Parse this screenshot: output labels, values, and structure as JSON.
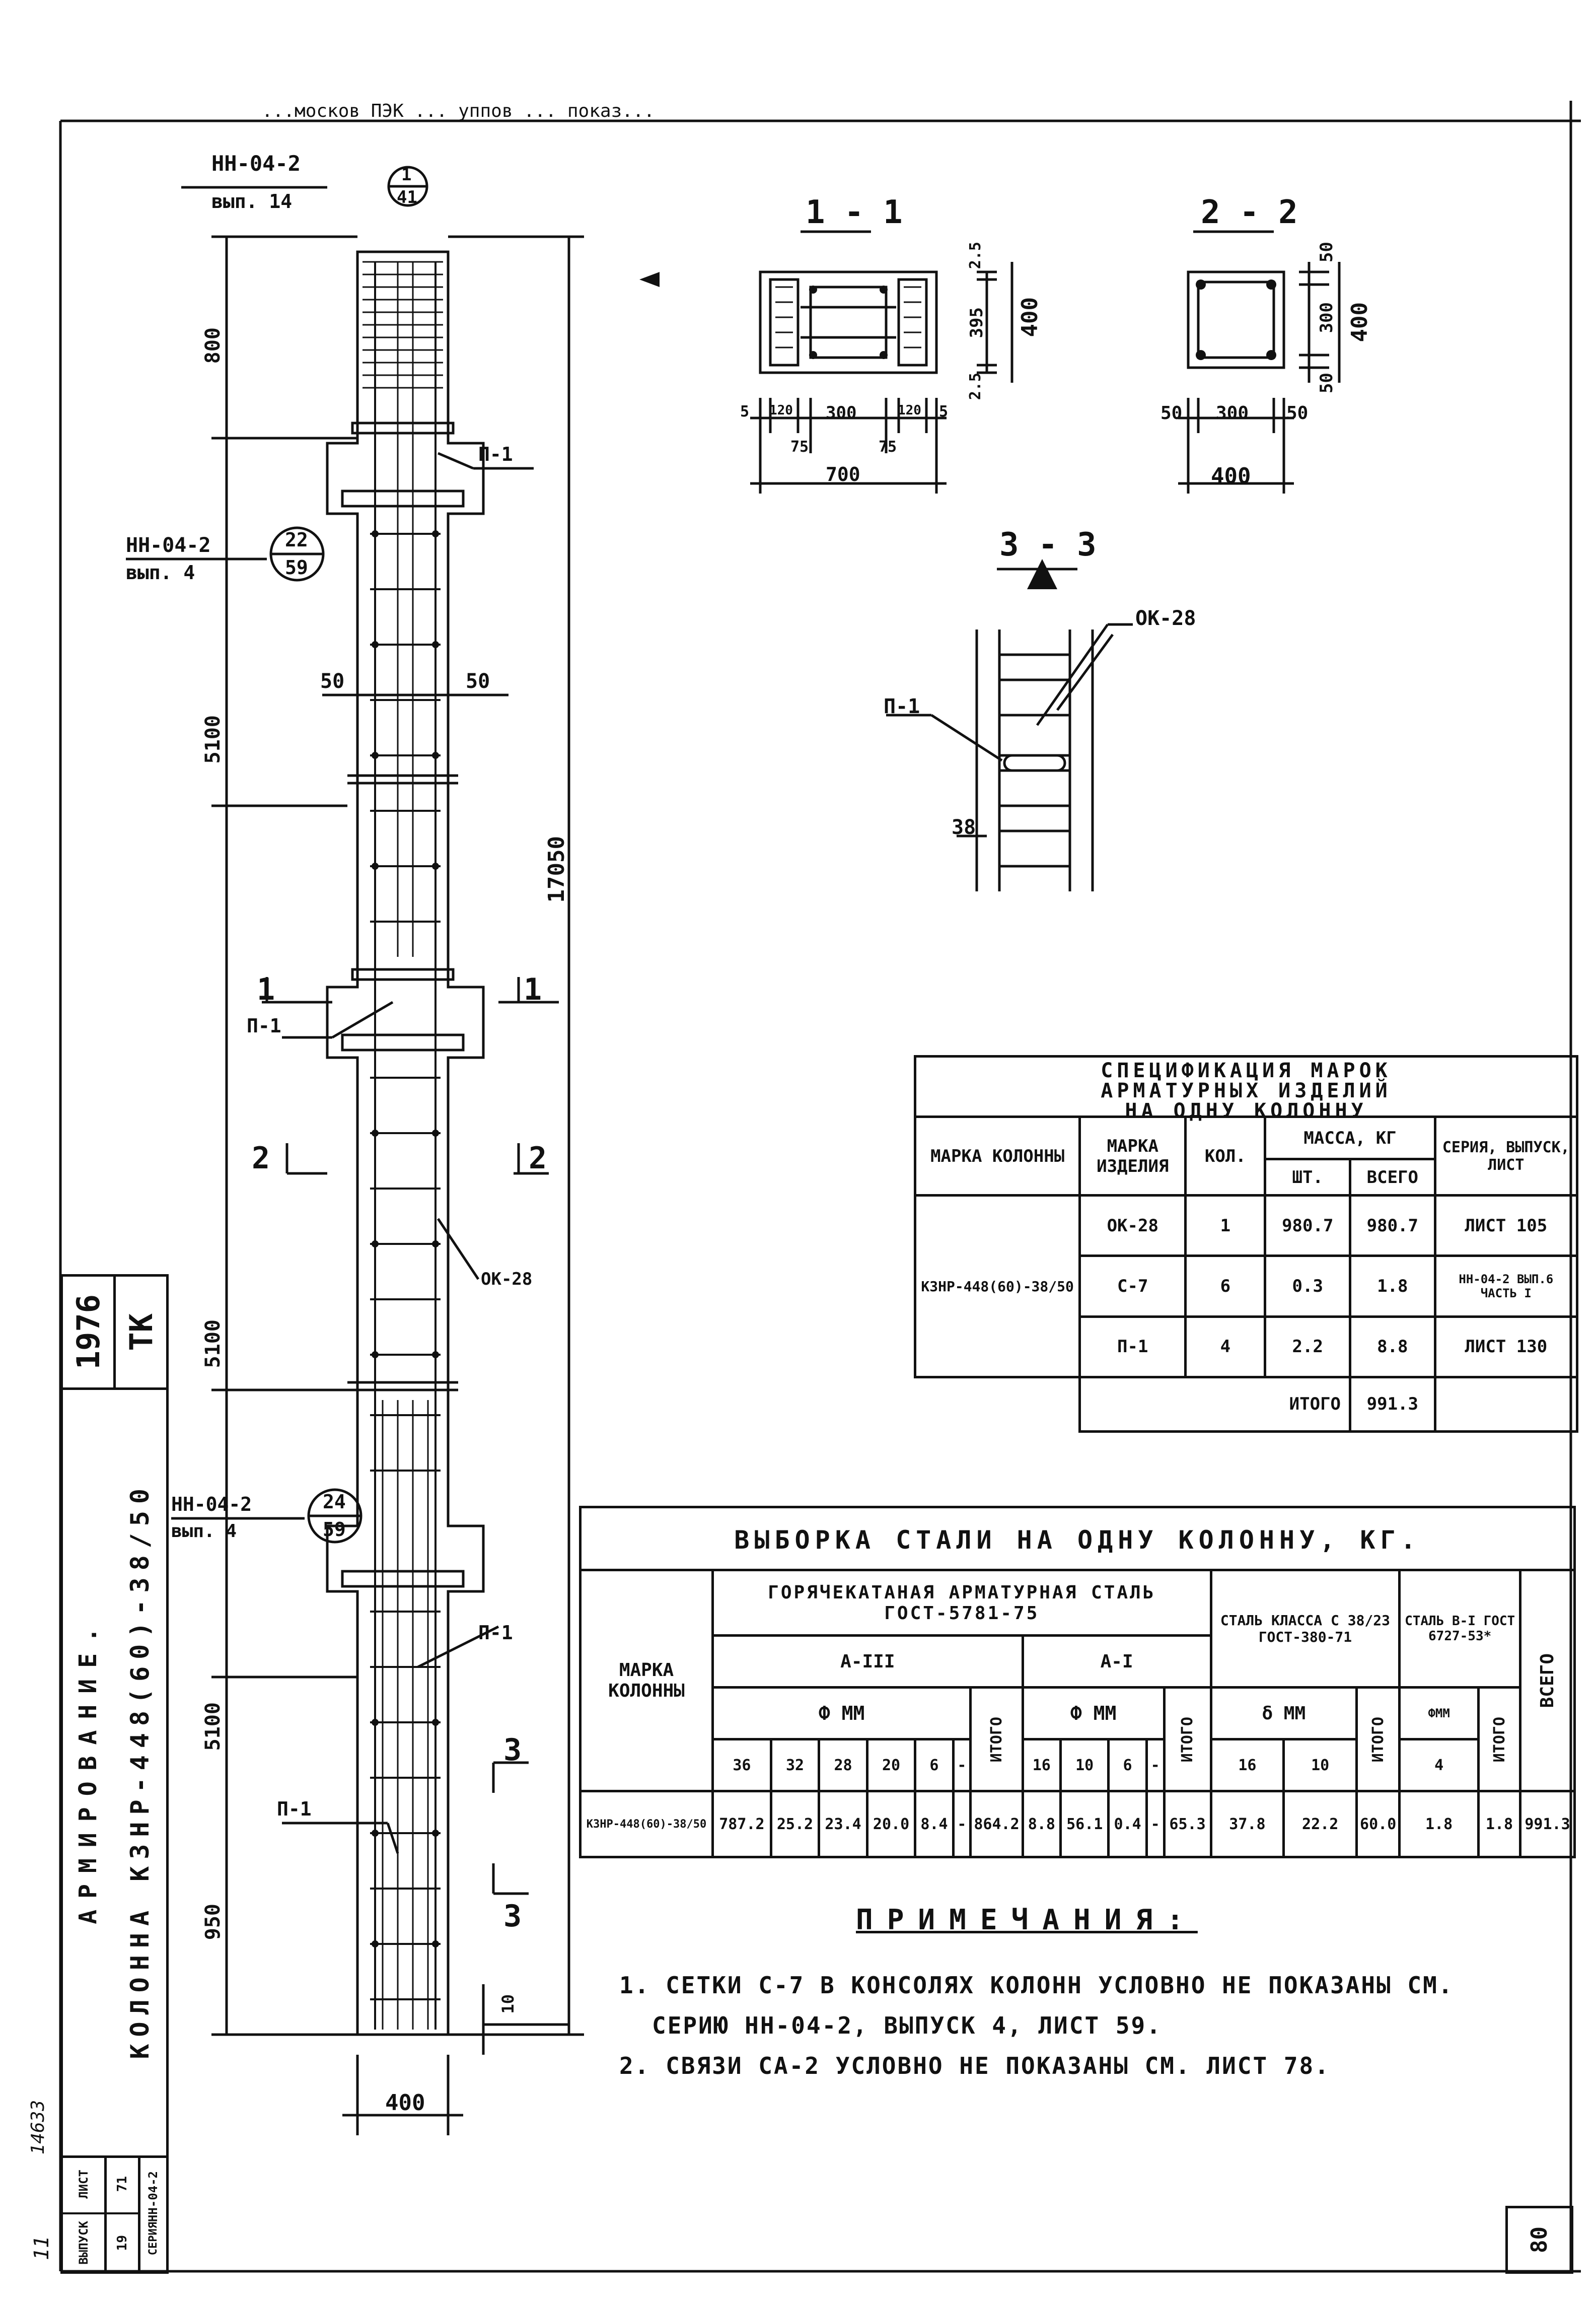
{
  "header": {
    "top_note": "...москов ПЭК ... уппов ... показ..."
  },
  "elevation": {
    "ref1": {
      "series": "НН-04-2",
      "issue": "вып. 14",
      "node_top": "1",
      "node_bottom": "41"
    },
    "ref2": {
      "series": "НН-04-2",
      "issue": "вып. 4",
      "node_top": "22",
      "node_bottom": "59"
    },
    "ref3": {
      "series": "НН-04-2",
      "issue": "вып. 4",
      "node_top": "24",
      "node_bottom": "59"
    },
    "dims": {
      "top": "800",
      "seg1": "5100",
      "seg2": "5100",
      "seg3": "5100",
      "bottom": "950",
      "total": "17050",
      "width": "400",
      "cover_left": "50",
      "cover_right": "50",
      "base": "10"
    },
    "labels": {
      "p1_a": "П-1",
      "p1_b": "П-1",
      "p1_c": "П-1",
      "p1_d": "П-1",
      "ok28": "ОК-28",
      "cut1_left": "1",
      "cut1_right": "1",
      "cut2_left": "2",
      "cut2_right": "2",
      "cut3_top": "3",
      "cut3_bottom": "3"
    }
  },
  "section11": {
    "title": "1 - 1",
    "w_total": "700",
    "w_parts": [
      "5",
      "120",
      "300",
      "120",
      "5"
    ],
    "w_sub": [
      "75",
      "75"
    ],
    "h_parts": [
      "2.5",
      "395",
      "2.5"
    ],
    "h_total": "400"
  },
  "section22": {
    "title": "2 - 2",
    "w_parts": [
      "50",
      "300",
      "50"
    ],
    "w_total": "400",
    "h_parts": [
      "50",
      "300",
      "50"
    ],
    "h_total": "400"
  },
  "section33": {
    "title": "3 - 3",
    "ok": "ОК-28",
    "p": "П-1",
    "dim": "38"
  },
  "spec_table": {
    "title": [
      "СПЕЦИФИКАЦИЯ МАРОК",
      "АРМАТУРНЫХ ИЗДЕЛИЙ",
      "НА ОДНУ КОЛОННУ"
    ],
    "headers": {
      "col_mark": "МАРКА КОЛОННЫ",
      "item_mark": "МАРКА ИЗДЕЛИЯ",
      "qty": "КОЛ.",
      "mass": "МАССА, КГ",
      "mass_unit": "ШТ.",
      "mass_total": "ВСЕГО",
      "series": "СЕРИЯ, ВЫПУСК, ЛИСТ"
    },
    "column_mark": "К3НР-448(60)-38/50",
    "rows": [
      {
        "item": "ОК-28",
        "qty": "1",
        "unit": "980.7",
        "total": "980.7",
        "ref": "ЛИСТ 105"
      },
      {
        "item": "С-7",
        "qty": "6",
        "unit": "0.3",
        "total": "1.8",
        "ref": "НН-04-2 ВЫП.6 ЧАСТЬ I"
      },
      {
        "item": "П-1",
        "qty": "4",
        "unit": "2.2",
        "total": "8.8",
        "ref": "ЛИСТ 130"
      }
    ],
    "total_label": "ИТОГО",
    "total_value": "991.3"
  },
  "steel_table": {
    "title": "ВЫБОРКА СТАЛИ НА ОДНУ КОЛОННУ, КГ.",
    "h_mark": "МАРКА КОЛОННЫ",
    "h_hot": "ГОРЯЧЕКАТАНАЯ АРМАТУРНАЯ СТАЛЬ ГОСТ-5781-75",
    "h_c38": "СТАЛЬ КЛАССА С 38/23 ГОСТ-380-71",
    "h_vr": "СТАЛЬ В-I ГОСТ 6727-53*",
    "h_total": "ВСЕГО",
    "h_a3": "А-III",
    "h_a1": "А-I",
    "h_phi": "Ф ММ",
    "h_delta": "δ ММ",
    "h_phi_mm": "ФММ",
    "h_itogo": "ИТОГО",
    "a3_cols": [
      "36",
      "32",
      "28",
      "20",
      "6",
      "-"
    ],
    "a1_cols": [
      "16",
      "10",
      "6",
      "-"
    ],
    "c38_cols": [
      "16",
      "10"
    ],
    "vr_cols": [
      "4"
    ],
    "row": {
      "mark": "К3НР-448(60)-38/50",
      "a3": [
        "787.2",
        "25.2",
        "23.4",
        "20.0",
        "8.4",
        "-"
      ],
      "a3_total": "864.2",
      "a1": [
        "8.8",
        "56.1",
        "0.4",
        "-"
      ],
      "a1_total": "65.3",
      "c38": [
        "37.8",
        "22.2"
      ],
      "c38_total": "60.0",
      "vr": [
        "1.8"
      ],
      "vr_total": "1.8",
      "grand": "991.3"
    }
  },
  "notes": {
    "title": "ПРИМЕЧАНИЯ:",
    "lines": [
      "1. СЕТКИ С-7 В КОНСОЛЯХ КОЛОНН УСЛОВНО НЕ ПОКАЗАНЫ СМ.",
      "СЕРИЮ НН-04-2, ВЫПУСК 4, ЛИСТ 59.",
      "2. СВЯЗИ СА-2 УСЛОВНО НЕ ПОКАЗАНЫ СМ. ЛИСТ 78."
    ]
  },
  "stamp": {
    "org": "ТК",
    "year": "1976",
    "title1": "КОЛОННА К3НР-448(60)-38/50",
    "title2": "АРМИРОВАНИЕ.",
    "series_label": "СЕРИЯ",
    "series_value": "НН-04-2",
    "issue_label": "ВЫПУСК",
    "issue_value": "19",
    "sheet_label": "ЛИСТ",
    "sheet_value": "71",
    "archive_no": "14633",
    "mark": "11",
    "page_no": "80"
  }
}
